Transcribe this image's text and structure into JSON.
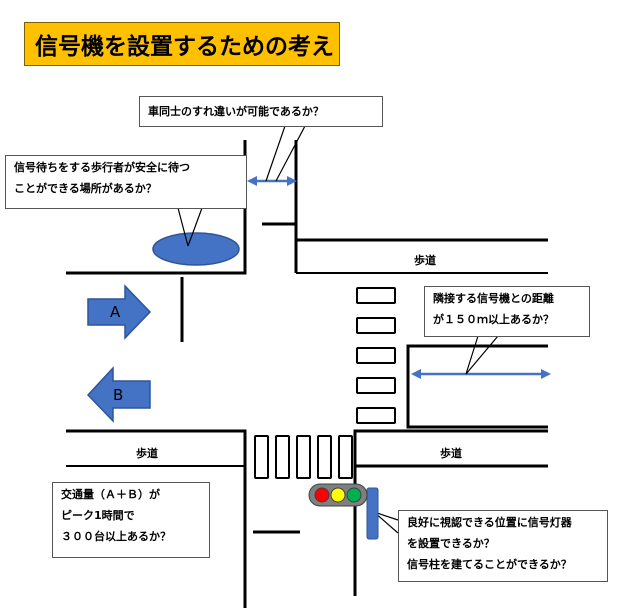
{
  "title": "信号機を設置するための考え",
  "callouts": {
    "passing": "車同士のすれ違いが可能であるか？",
    "pedestrian_wait": [
      "信号待ちをする歩行者が安全に待つ",
      "ことができる場所があるか？"
    ],
    "adjacent_signal": [
      "隣接する信号機との距離",
      "が１５０ｍ以上あるか？"
    ],
    "traffic_volume": [
      "交通量（Ａ＋Ｂ）が",
      "ピーク1時間で",
      "３００台以上あるか？"
    ],
    "signal_placement": [
      "良好に視認できる位置に信号灯器",
      "を設置できるか？",
      "信号柱を建てることができるか？"
    ]
  },
  "sidewalk_labels": {
    "upper_right": "歩道",
    "lower_left": "歩道",
    "lower_right": "歩道"
  },
  "flow_arrows": {
    "a": "A",
    "b": "B"
  },
  "colors": {
    "title_bg": "#ffc000",
    "shape_blue": "#4472c4",
    "shape_blue_dark": "#2f5597",
    "signal_red": "#ff0000",
    "signal_yellow": "#ffff00",
    "signal_green": "#00b050",
    "signal_housing": "#7f7f7f"
  }
}
